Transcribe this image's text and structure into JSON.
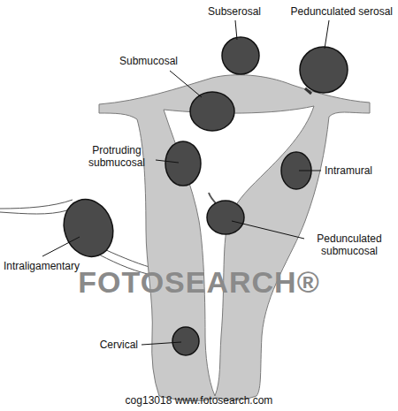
{
  "diagram": {
    "labels": [
      "Pedunculated serosal",
      "Subserosal",
      "Submucosal",
      "Protruding submucosal",
      "Intramural",
      "Intraligamentary",
      "Pedunculated submucosal",
      "Cervical",
      "FOTOSEARCH®",
      "cog13018 www.fotosearch.com"
    ]
  }
}
